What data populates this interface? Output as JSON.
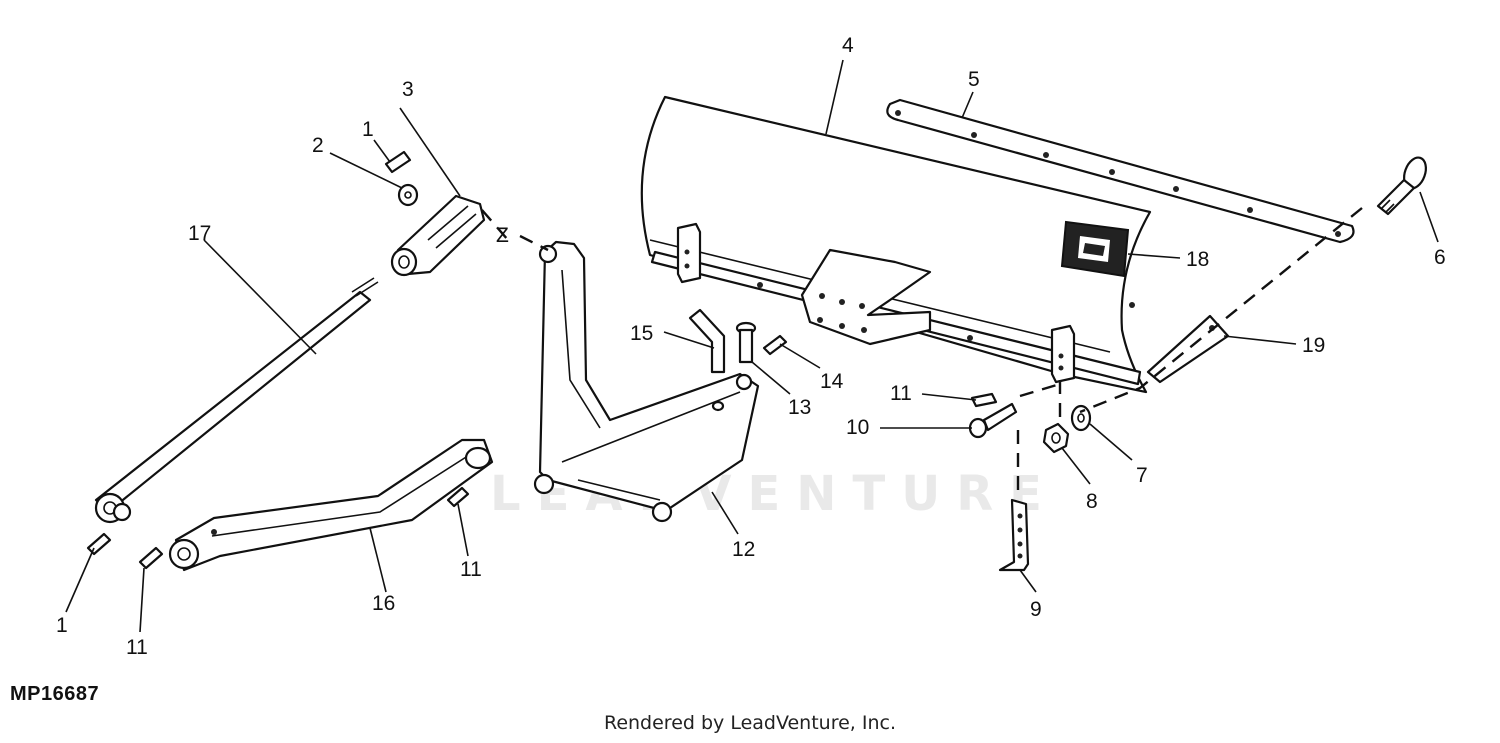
{
  "watermark": "LEADVENTURE",
  "figure_id": "MP16687",
  "credit": "Rendered by LeadVenture, Inc.",
  "callouts": {
    "c1_top": "1",
    "c2": "2",
    "c3": "3",
    "c4": "4",
    "c5": "5",
    "c6": "6",
    "c7": "7",
    "c8": "8",
    "c9": "9",
    "c10": "10",
    "c11_bracket": "11",
    "c11_arm": "11",
    "c11_left": "11",
    "c12": "12",
    "c13": "13",
    "c14": "14",
    "c15": "15",
    "c16": "16",
    "c17": "17",
    "c18": "18",
    "c19": "19",
    "c1_bottom": "1"
  }
}
